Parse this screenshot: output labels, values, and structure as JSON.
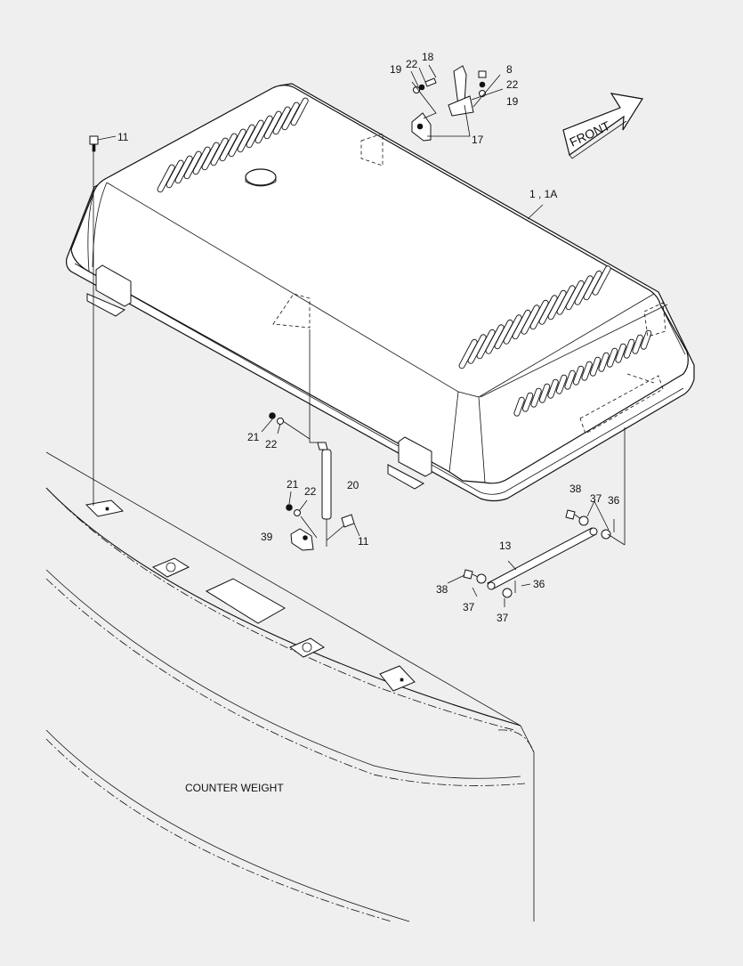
{
  "front_label": "FRONT",
  "counterweight_label": "COUNTER WEIGHT",
  "callouts": {
    "c18": "18",
    "c22a": "22",
    "c19a": "19",
    "c8": "8",
    "c22b": "22",
    "c19b": "19",
    "c17": "17",
    "c11a": "11",
    "c1": "1 , 1A",
    "c21a": "21",
    "c22c": "22",
    "c21b": "21",
    "c22d": "22",
    "c20": "20",
    "c39": "39",
    "c11b": "11",
    "c38a": "38",
    "c37a": "37",
    "c36a": "36",
    "c13": "13",
    "c38b": "38",
    "c37b": "37",
    "c36b": "36",
    "c37c": "37"
  }
}
